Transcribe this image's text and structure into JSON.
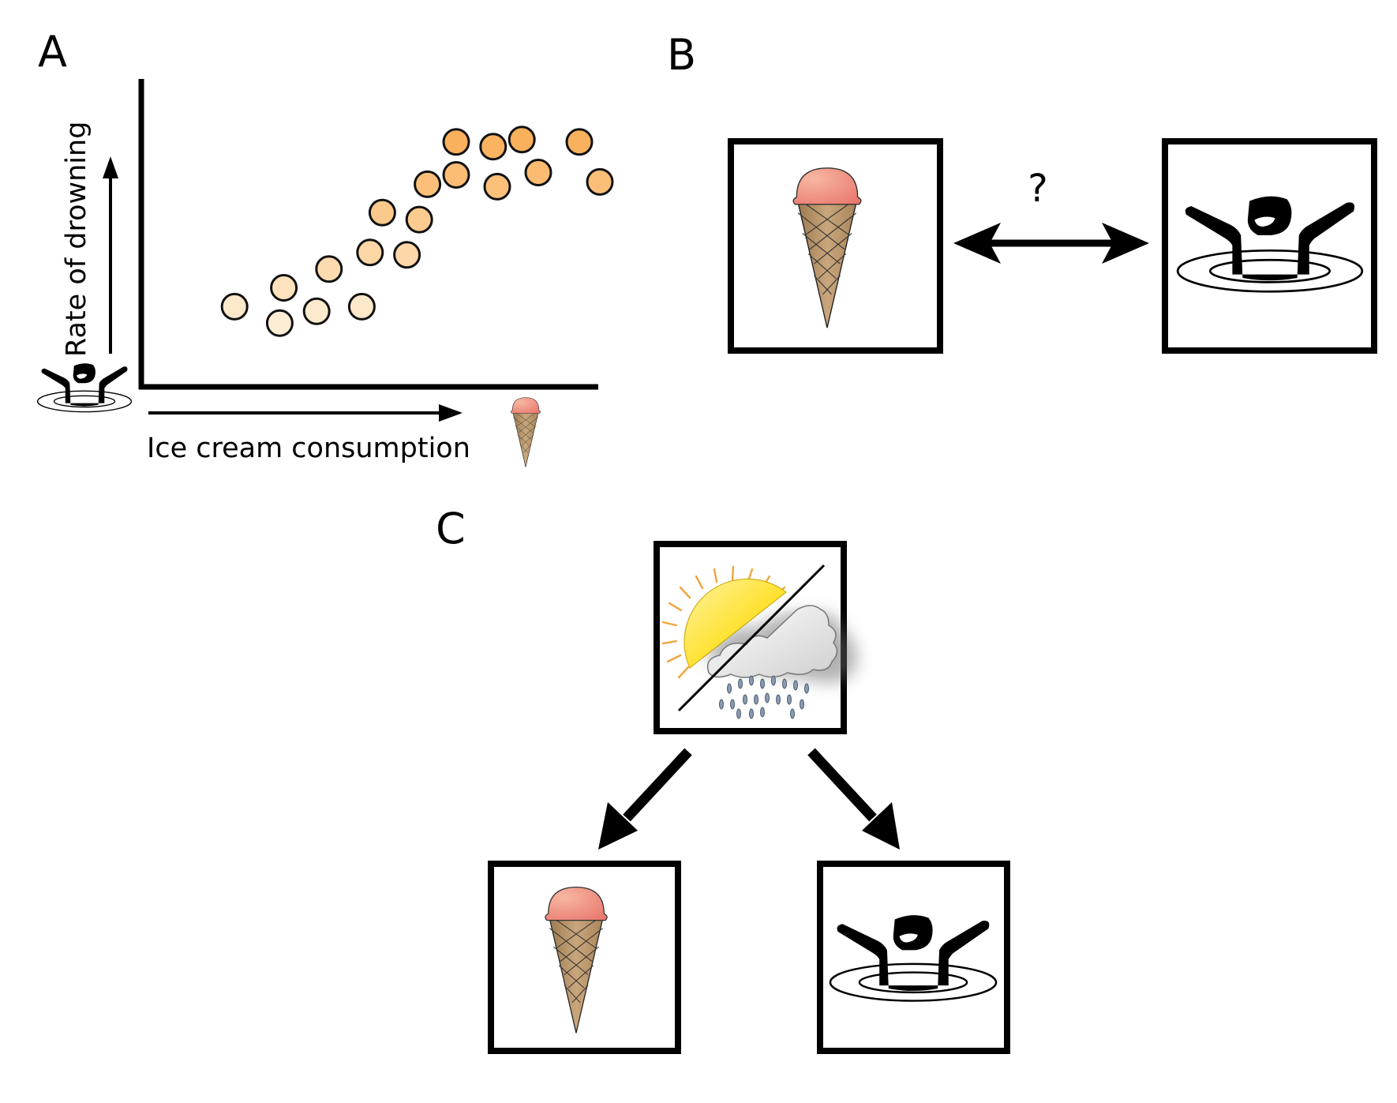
{
  "panels": {
    "a": {
      "label": "A"
    },
    "b": {
      "label": "B",
      "relation_label": "?"
    },
    "c": {
      "label": "C"
    }
  },
  "chart_data": {
    "type": "scatter",
    "title": "",
    "xlabel": "Ice cream consumption",
    "ylabel": "Rate of drowning",
    "xlim": [
      0,
      10
    ],
    "ylim": [
      0,
      10
    ],
    "grid": false,
    "x_ticks": false,
    "y_ticks": false,
    "x_icon": "ice-cream-cone-icon",
    "y_icon": "drowning-person-icon",
    "color_low": "#FFF6E6",
    "color_high": "#F9A84A",
    "points": [
      {
        "x": 1.1,
        "y": 1.8
      },
      {
        "x": 2.2,
        "y": 1.1
      },
      {
        "x": 2.3,
        "y": 2.6
      },
      {
        "x": 3.1,
        "y": 1.6
      },
      {
        "x": 3.4,
        "y": 3.4
      },
      {
        "x": 4.2,
        "y": 1.8
      },
      {
        "x": 4.4,
        "y": 4.1
      },
      {
        "x": 4.7,
        "y": 5.8
      },
      {
        "x": 5.3,
        "y": 4.0
      },
      {
        "x": 5.6,
        "y": 5.5
      },
      {
        "x": 5.8,
        "y": 7.0
      },
      {
        "x": 6.5,
        "y": 7.4
      },
      {
        "x": 6.5,
        "y": 8.8
      },
      {
        "x": 7.4,
        "y": 8.6
      },
      {
        "x": 7.5,
        "y": 6.9
      },
      {
        "x": 8.1,
        "y": 8.9
      },
      {
        "x": 8.5,
        "y": 7.5
      },
      {
        "x": 9.5,
        "y": 8.8
      },
      {
        "x": 10.0,
        "y": 7.1
      }
    ]
  },
  "nodes": {
    "b_left": {
      "icon": "ice-cream-cone-icon"
    },
    "b_right": {
      "icon": "drowning-person-icon"
    },
    "c_top": {
      "icon": "sun-and-rain-weather-icon"
    },
    "c_left": {
      "icon": "ice-cream-cone-icon"
    },
    "c_right": {
      "icon": "drowning-person-icon"
    }
  },
  "colors": {
    "scoop_light": "#F7B7A1",
    "scoop_dark": "#E9786E",
    "cone_light": "#C9A67C",
    "cone_dark": "#9C7A50",
    "sun": "#FFE026",
    "sun_rays": "#F3A33C",
    "cloud": "#D9D9D9",
    "rain": "#6E8096"
  }
}
